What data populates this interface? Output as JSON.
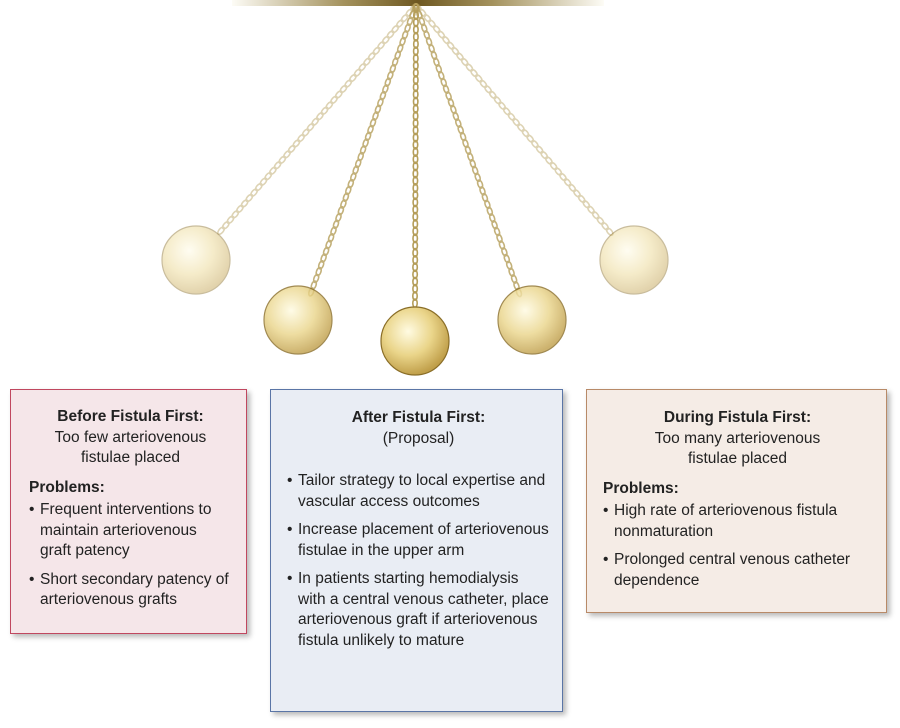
{
  "pendulum": {
    "anchor_bar_colors": [
      "#fdfcf6",
      "#a4925d",
      "#6e5821",
      "#a4925d",
      "#fdfcf6"
    ],
    "chain_color": "#b59e5a",
    "balls": [
      {
        "name": "pendulum-ball-far-left",
        "opacity": 0.45
      },
      {
        "name": "pendulum-ball-left",
        "opacity": 0.8
      },
      {
        "name": "pendulum-ball-center",
        "opacity": 1.0
      },
      {
        "name": "pendulum-ball-right",
        "opacity": 0.8
      },
      {
        "name": "pendulum-ball-far-right",
        "opacity": 0.45
      }
    ],
    "ball_colors": {
      "highlight": "#fffbe2",
      "mid": "#ead58a",
      "shadow": "#c09f4a",
      "edge": "#8a6e28"
    }
  },
  "panels": {
    "before": {
      "title": "Before Fistula First:",
      "subtitle_lines": [
        "Too few arteriovenous",
        "fistulae placed"
      ],
      "problems_label": "Problems:",
      "items": [
        "Frequent interventions to maintain arteriovenous graft patency",
        "Short secondary patency of arteriovenous grafts"
      ],
      "border_color": "#c0475f",
      "background": "#f5e6e9"
    },
    "after": {
      "title": "After Fistula First:",
      "subtitle": "(Proposal)",
      "items": [
        "Tailor strategy to local expertise and vascular access outcomes",
        "Increase placement of arteriovenous fistulae in the upper arm",
        "In patients starting hemodialysis with a central venous catheter, place arteriovenous graft if arteriovenous fistula unlikely to mature"
      ],
      "border_color": "#5a75a6",
      "background": "#e9edf4"
    },
    "during": {
      "title": "During Fistula First:",
      "subtitle_lines": [
        "Too many arteriovenous",
        "fistulae placed"
      ],
      "problems_label": "Problems:",
      "items": [
        "High rate of arteriovenous fistula nonmaturation",
        "Prolonged central venous catheter dependence"
      ],
      "border_color": "#b88a68",
      "background": "#f5ece6"
    }
  }
}
